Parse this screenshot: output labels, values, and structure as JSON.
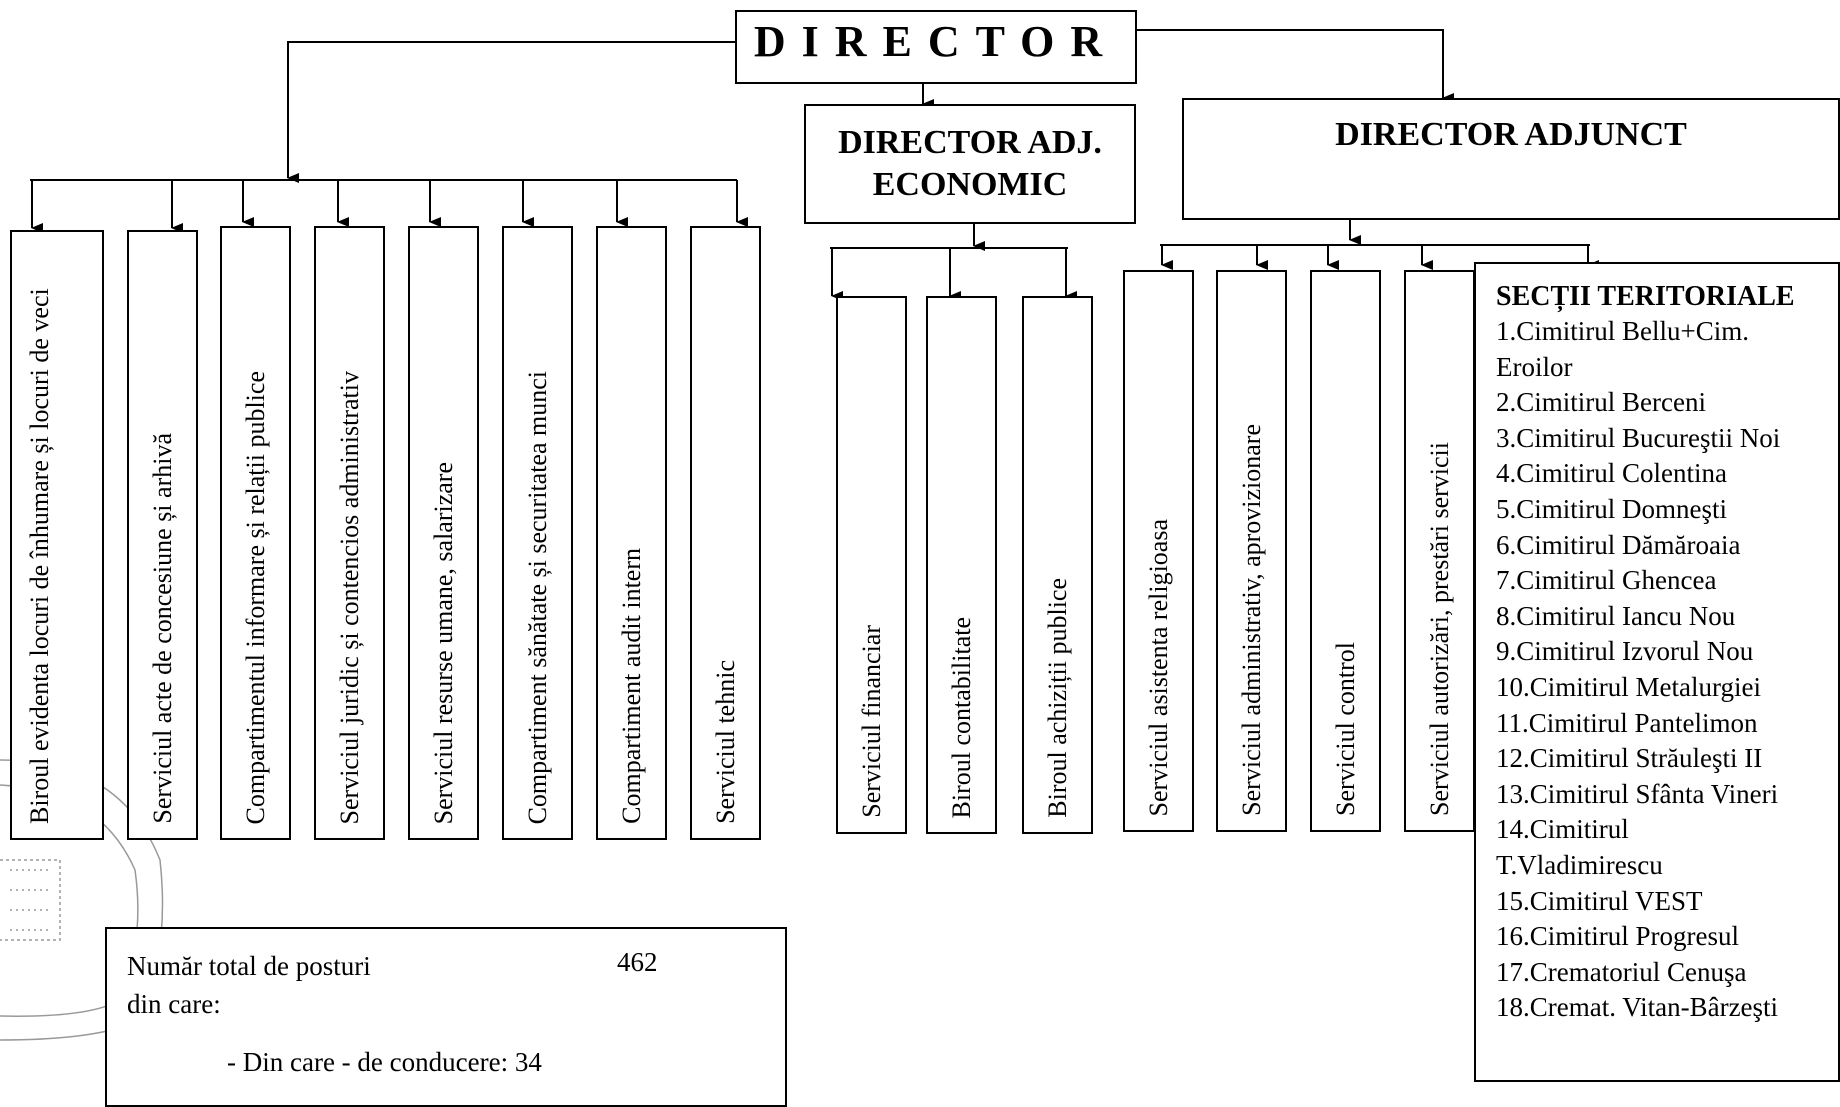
{
  "director": "DIRECTOR",
  "director_adj_economic": {
    "line1": "DIRECTOR ADJ.",
    "line2": "ECONOMIC"
  },
  "director_adjunct": "DIRECTOR ADJUNCT",
  "left_departments": [
    "Biroul  evidenta locuri de înhumare și locuri de veci",
    "Serviciul acte de concesiune și arhivă",
    "Compartimentul  informare și relații publice",
    "Serviciul juridic și contencios administrativ",
    "Serviciul resurse umane, salarizare",
    "Compartiment sănătate și securitatea munci",
    "Compartiment audit intern",
    "Serviciul tehnic"
  ],
  "economic_departments": [
    "Serviciul  financiar",
    "Biroul contabilitate",
    "Biroul achiziții publice"
  ],
  "adjunct_departments": [
    "Serviciul asistenta  religioasa",
    "Serviciul administrativ, aprovizionare",
    "Serviciul control",
    "Serviciul autorizări, prestări servicii"
  ],
  "sectii": {
    "title": "SECȚII TERITORIALE",
    "items": [
      "1.Cimitirul Bellu+Cim.",
      "Eroilor",
      "2.Cimitirul Berceni",
      "3.Cimitirul Bucureştii Noi",
      "4.Cimitirul Colentina",
      "5.Cimitirul Domneşti",
      "6.Cimitirul Dămăroaia",
      "7.Cimitirul Ghencea",
      "8.Cimitirul Iancu Nou",
      "9.Cimitirul Izvorul Nou",
      "10.Cimitirul Metalurgiei",
      "11.Cimitirul Pantelimon",
      "12.Cimitirul Străuleşti II",
      "13.Cimitirul Sfânta Vineri",
      "14.Cimitirul",
      "T.Vladimirescu",
      "15.Cimitirul VEST",
      "16.Cimitirul Progresul",
      "17.Crematoriul Cenuşa",
      "18.Cremat. Vitan-Bârzeşti"
    ]
  },
  "summary": {
    "total_label": "Număr total de posturi",
    "total_value": "462",
    "din_care": "din care:",
    "conducere": "- Din care - de conducere: 34"
  }
}
